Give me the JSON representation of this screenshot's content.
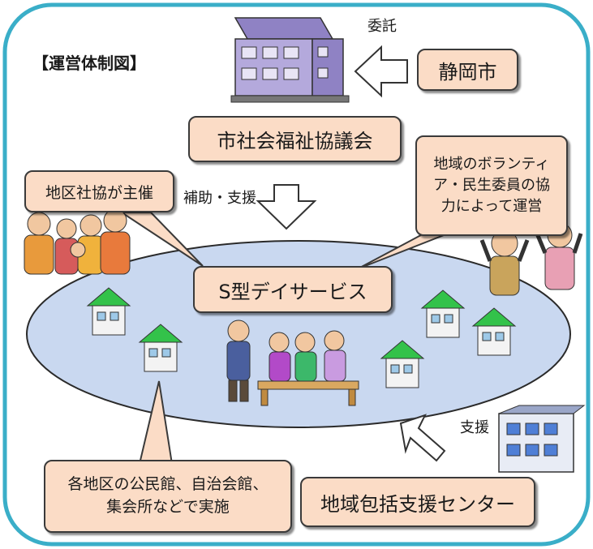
{
  "title": "【運営体制図】",
  "nodes": {
    "city": "静岡市",
    "council": "市社会福祉協議会",
    "service": "S型デイサービス",
    "center": "地域包括支援センター",
    "district_host": "地区社協が主催",
    "volunteers": "地域のボランティ\nア・民生委員の協\n力によって運営",
    "venues": "各地区の公民館、自治会館、\n集会所などで実施"
  },
  "edges": {
    "entrust": "委託",
    "subsidy": "補助・支援",
    "support": "支援"
  },
  "colors": {
    "frame": "#3aaec8",
    "box_fill": "#fbdcc6",
    "ellipse_fill": "#c9d8f0",
    "house_roof": "#33c24a",
    "building": "#a79bd4"
  },
  "icons": [
    "office-building-icon",
    "house-icon",
    "family-illustration",
    "elderly-group-illustration",
    "cheering-seniors-illustration",
    "care-center-building-icon"
  ]
}
